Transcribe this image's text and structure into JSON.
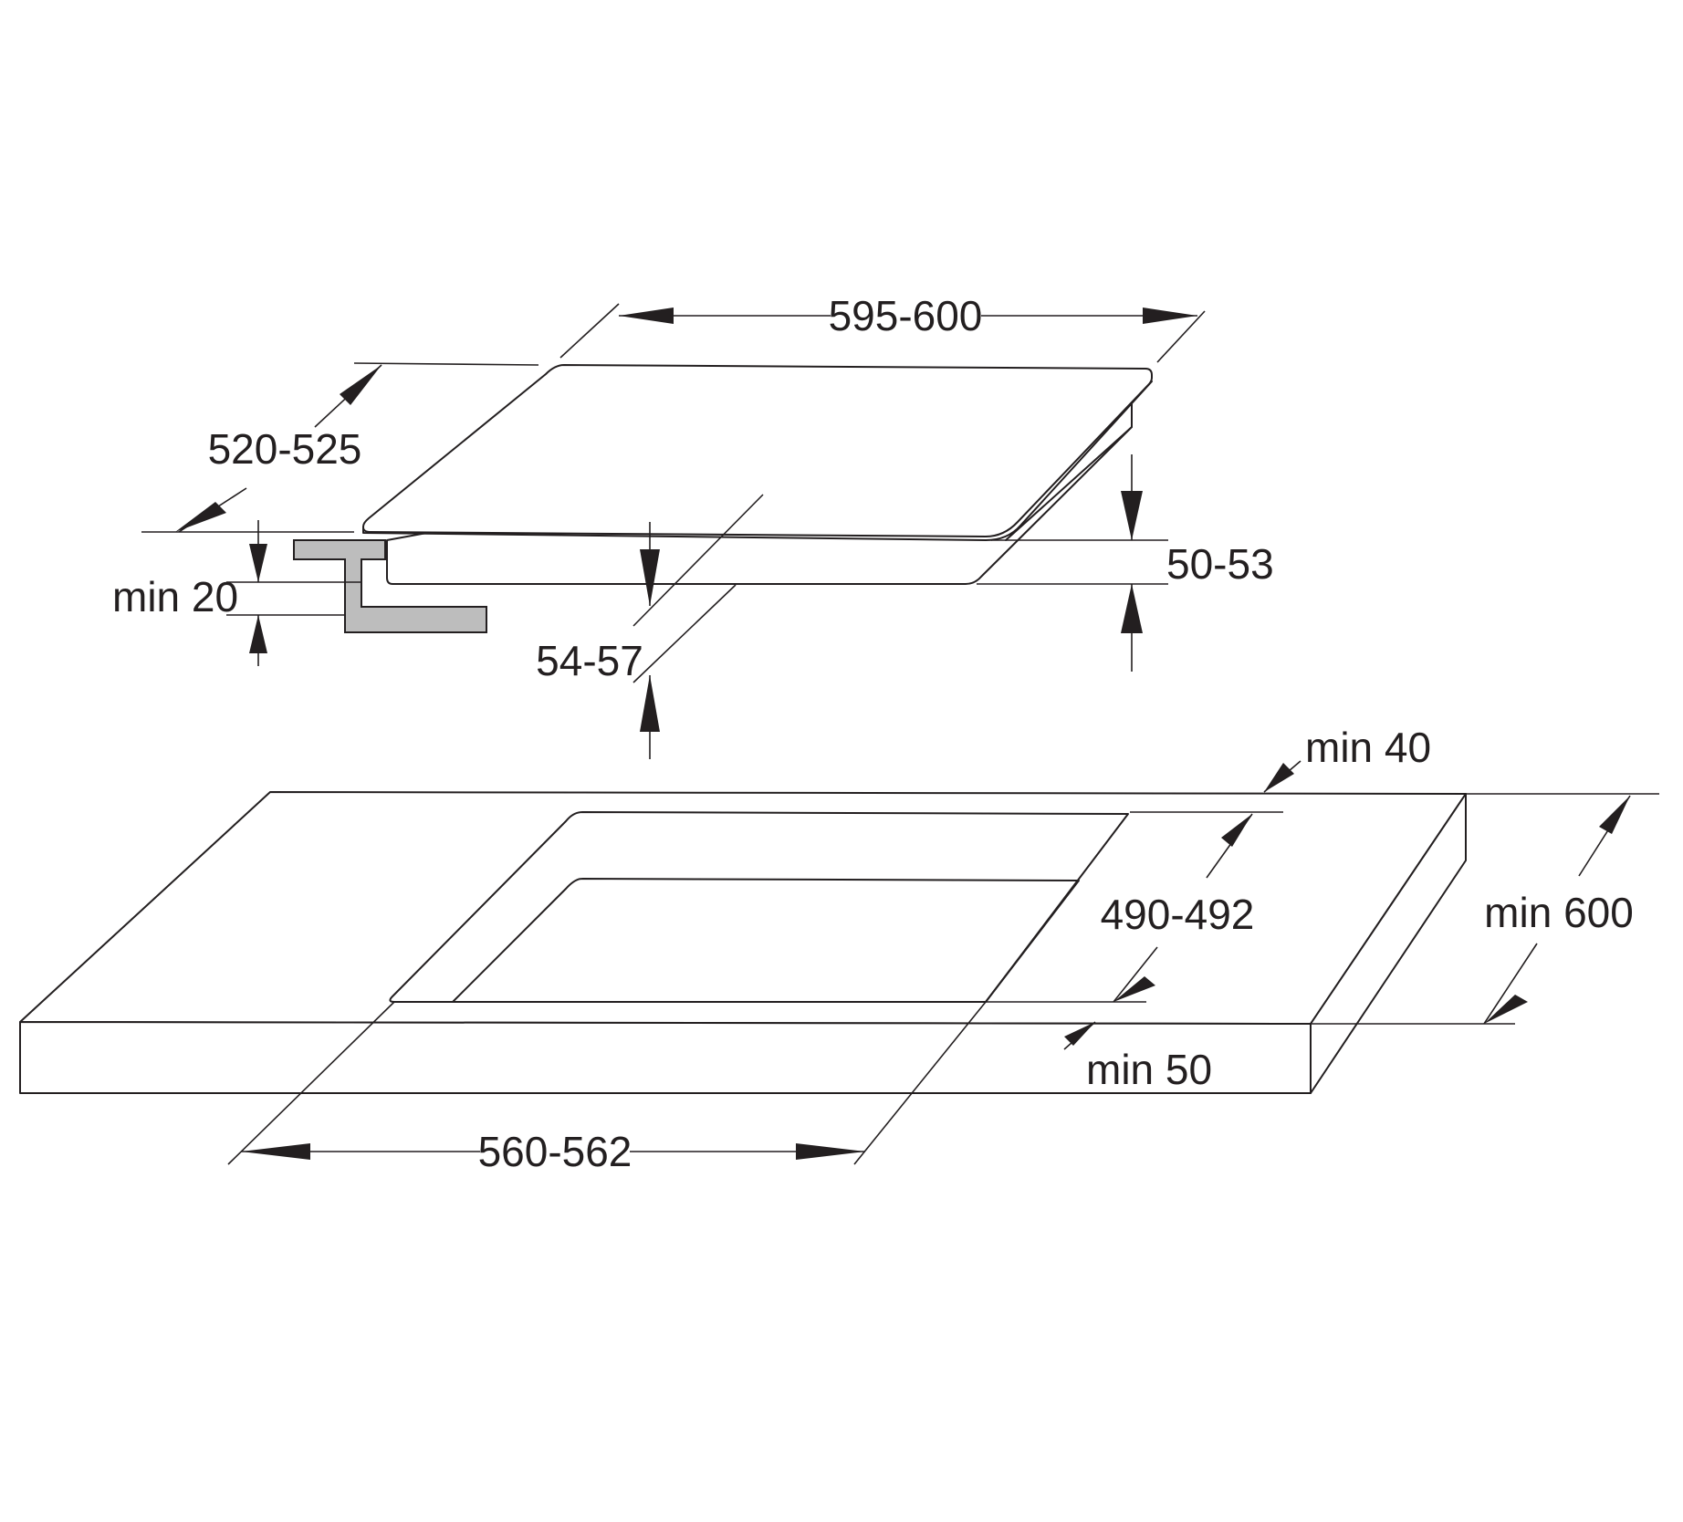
{
  "hob": {
    "width_label": "595-600",
    "depth_label": "520-525",
    "height_label": "50-53",
    "min_clearance_label": "min 20",
    "total_depth_label": "54-57"
  },
  "worktop": {
    "min_back_label": "min 40",
    "cutout_depth_label": "490-492",
    "min_depth_label": "min 600",
    "min_front_label": "min 50",
    "cutout_width_label": "560-562"
  },
  "colors": {
    "line": "#231f20",
    "bracket_fill": "#bdbdbd",
    "background": "#ffffff"
  }
}
